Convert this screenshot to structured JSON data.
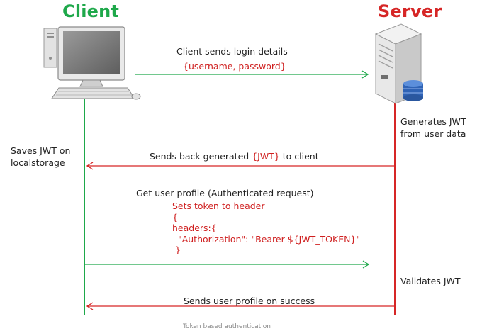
{
  "client_title": "Client",
  "server_title": "Server",
  "icons": {
    "client": "desktop-computer-icon",
    "server": "server-tower-database-icon"
  },
  "colors": {
    "client": "#1ea84a",
    "server": "#d62626",
    "highlight": "#cf1f1f",
    "text": "#222222"
  },
  "steps": {
    "login_label": "Client sends login details",
    "login_payload": "{username, password}",
    "generate_note_1": "Generates JWT",
    "generate_note_2": "from user data",
    "send_back_pre": "Sends back generated ",
    "send_back_token": "{JWT}",
    "send_back_post": " to client",
    "saves_note_1": "Saves JWT on",
    "saves_note_2": "localstorage",
    "profile_label": "Get user profile (Authenticated request)",
    "code_lines": [
      "Sets token to header",
      "{",
      "headers:{",
      "  \"Authorization\": \"Bearer ${JWT_TOKEN}\"",
      " }"
    ],
    "validates_note": "Validates JWT",
    "success_label": "Sends user profile on success"
  },
  "caption": "Token based authentication"
}
